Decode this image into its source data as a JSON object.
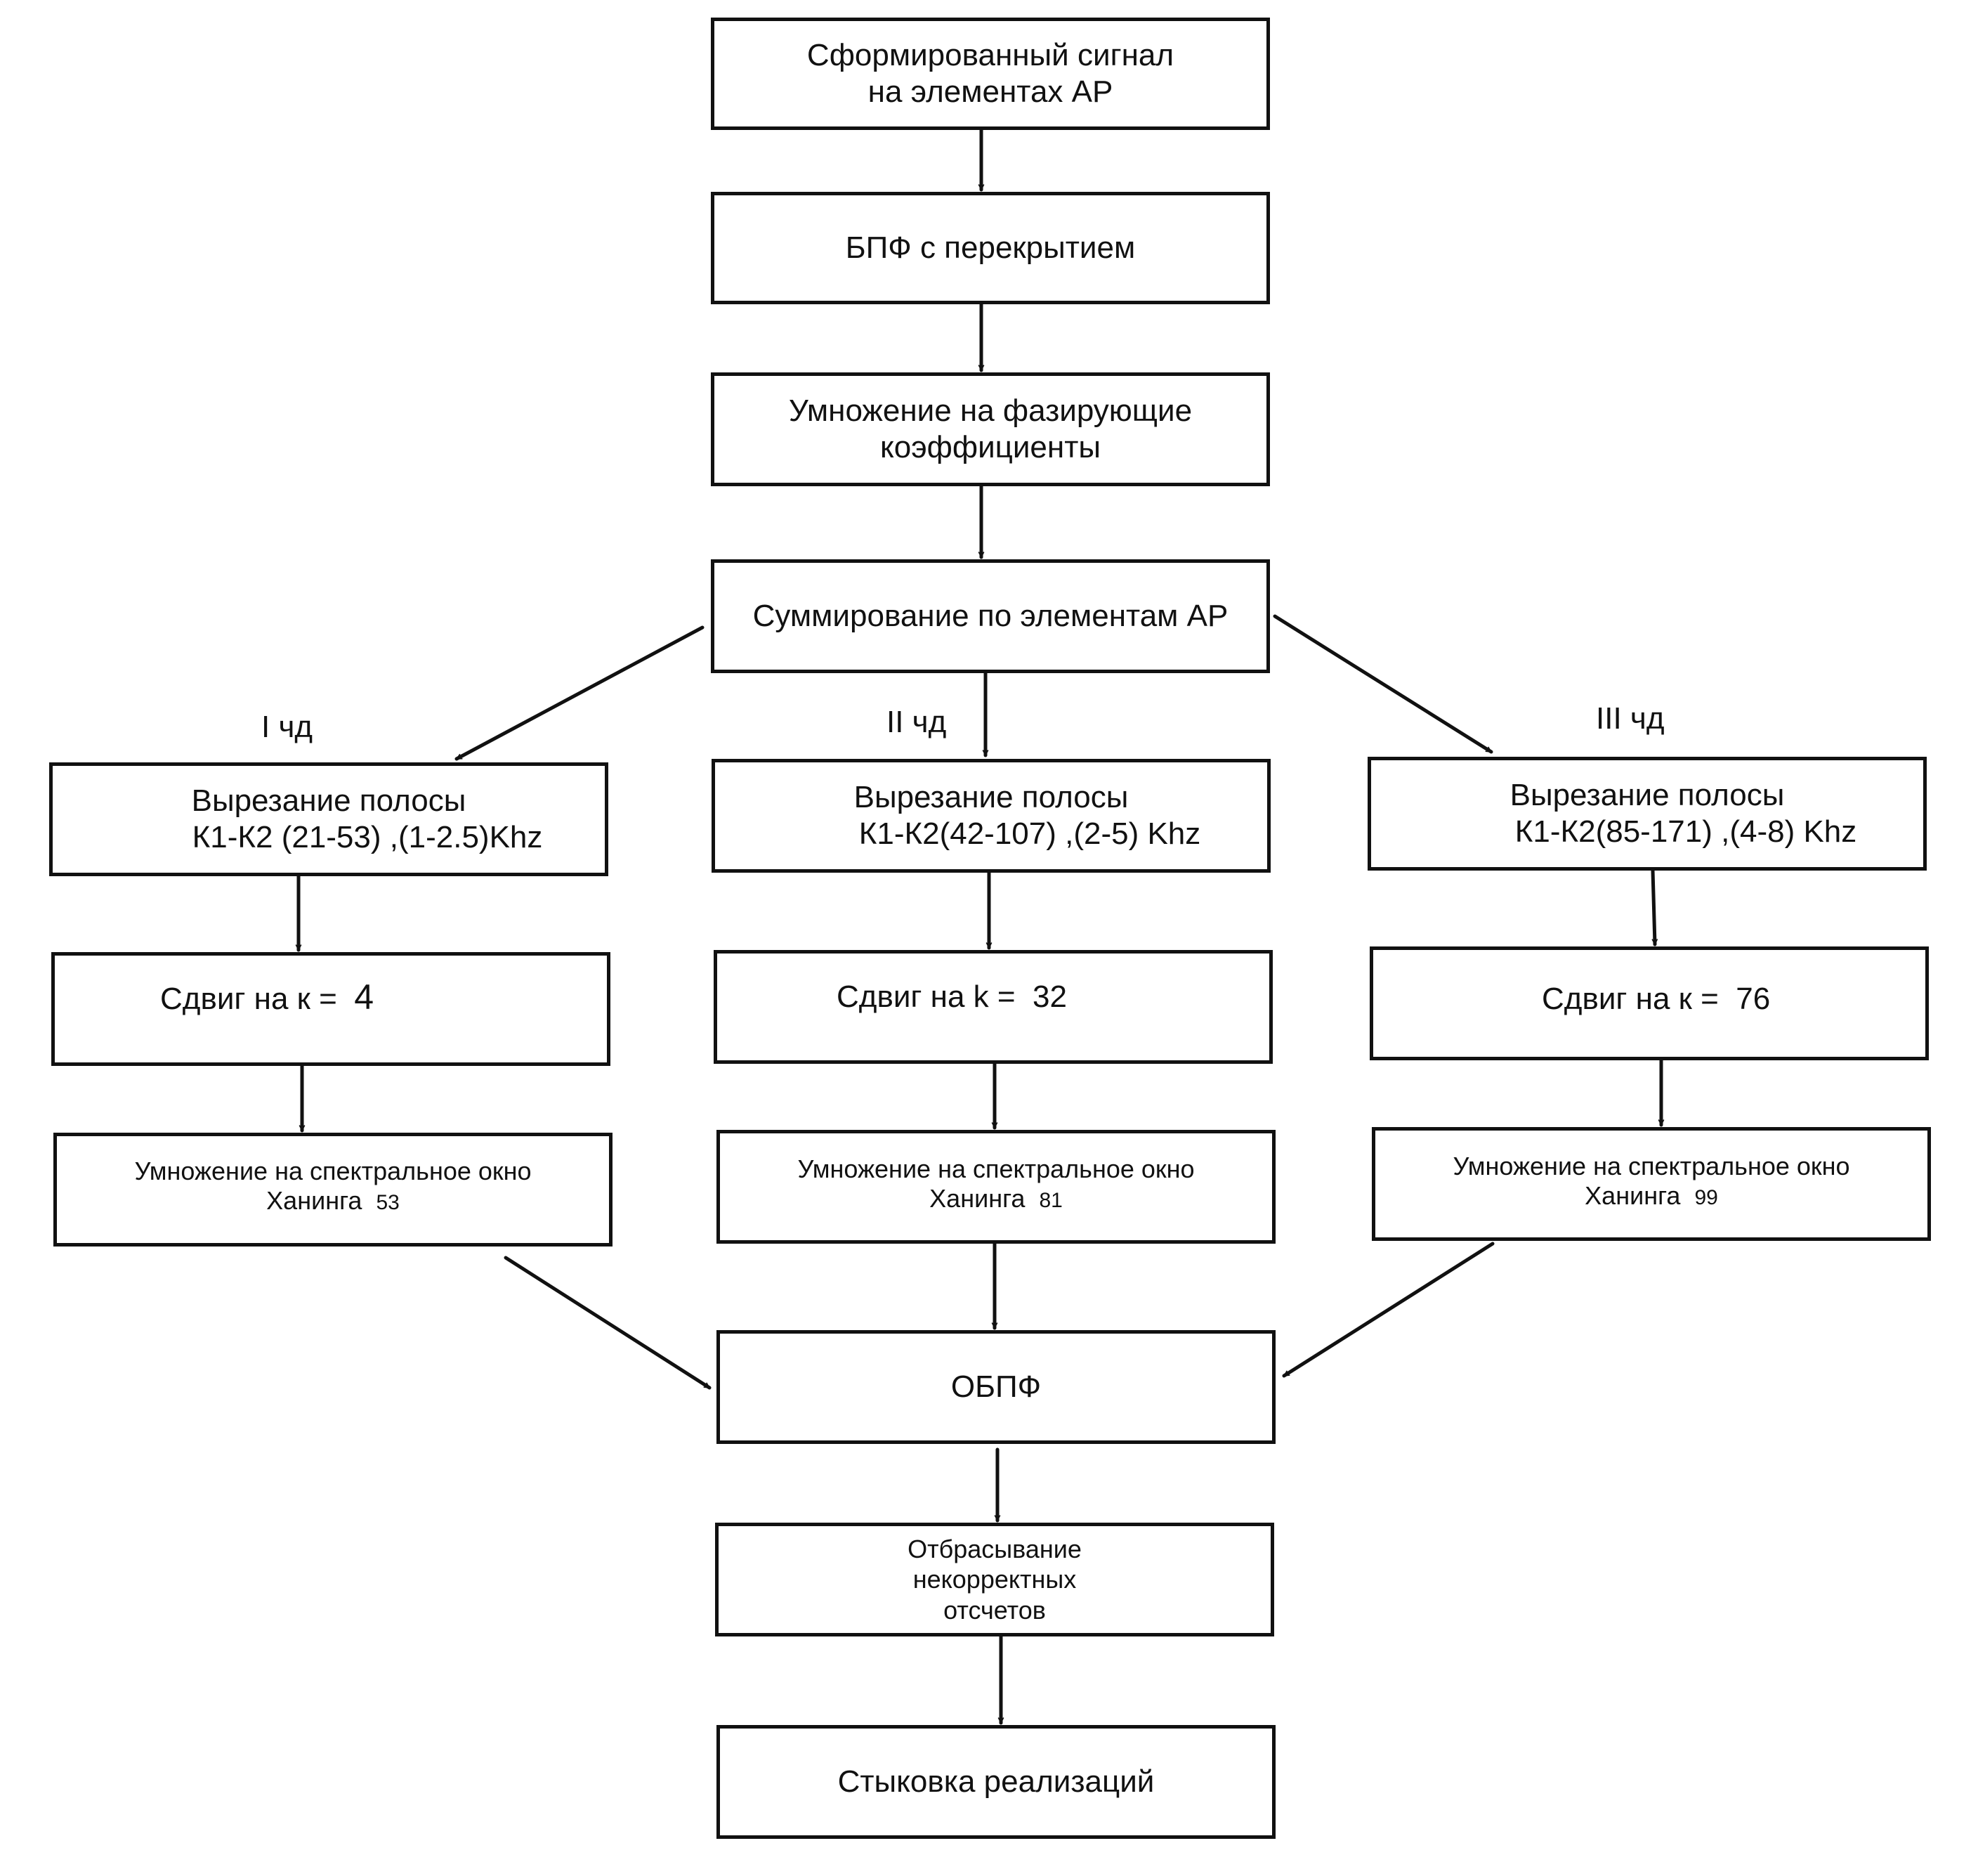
{
  "nodes": {
    "signal": {
      "line1": "Сформированный сигнал",
      "line2": "на элементах АР"
    },
    "fft": {
      "line1": "БПФ с перекрытием"
    },
    "phase": {
      "line1": "Умножение на фазирующие",
      "line2": "коэффициенты"
    },
    "sum": {
      "line1": "Суммирование по элементам АР"
    },
    "cut1": {
      "line1": "Вырезание полосы",
      "line2": "К1-К2 (21-53) ,(1-2.5)Khz"
    },
    "cut2": {
      "line1": "Вырезание полосы",
      "line2": "К1-К2(42-107) ,(2-5) Khz"
    },
    "cut3": {
      "line1": "Вырезание полосы",
      "line2": "К1-К2(85-171) ,(4-8) Khz"
    },
    "shift1": {
      "text": "Сдвиг  на к =",
      "value": "4"
    },
    "shift2": {
      "text": "Сдвиг на k =",
      "value": "32"
    },
    "shift3": {
      "text": "Сдвиг на к =",
      "value": "76"
    },
    "win1": {
      "line1": "Умножение на спектральное окно",
      "line2": "Ханинга",
      "value": "53"
    },
    "win2": {
      "line1": "Умножение на спектральное окно",
      "line2": "Ханинга",
      "value": "81"
    },
    "win3": {
      "line1": "Умножение на спектральное окно",
      "line2": "Ханинга",
      "value": "99"
    },
    "ifft": {
      "line1": "ОБПФ"
    },
    "discard": {
      "line1": "Отбрасывание",
      "line2": "некорректных",
      "line3": "отсчетов"
    },
    "join": {
      "line1": "Стыковка реализаций"
    }
  },
  "labels": {
    "band1": "I чд",
    "band2": "II чд",
    "band3": "III чд"
  },
  "edges": [
    [
      "signal",
      "fft"
    ],
    [
      "fft",
      "phase"
    ],
    [
      "phase",
      "sum"
    ],
    [
      "sum",
      "cut1"
    ],
    [
      "sum",
      "cut2"
    ],
    [
      "sum",
      "cut3"
    ],
    [
      "cut1",
      "shift1"
    ],
    [
      "cut2",
      "shift2"
    ],
    [
      "cut3",
      "shift3"
    ],
    [
      "shift1",
      "win1"
    ],
    [
      "shift2",
      "win2"
    ],
    [
      "shift3",
      "win3"
    ],
    [
      "win1",
      "ifft"
    ],
    [
      "win2",
      "ifft"
    ],
    [
      "win3",
      "ifft"
    ],
    [
      "ifft",
      "discard"
    ],
    [
      "discard",
      "join"
    ]
  ],
  "colors": {
    "stroke": "#111111",
    "background": "#ffffff"
  }
}
